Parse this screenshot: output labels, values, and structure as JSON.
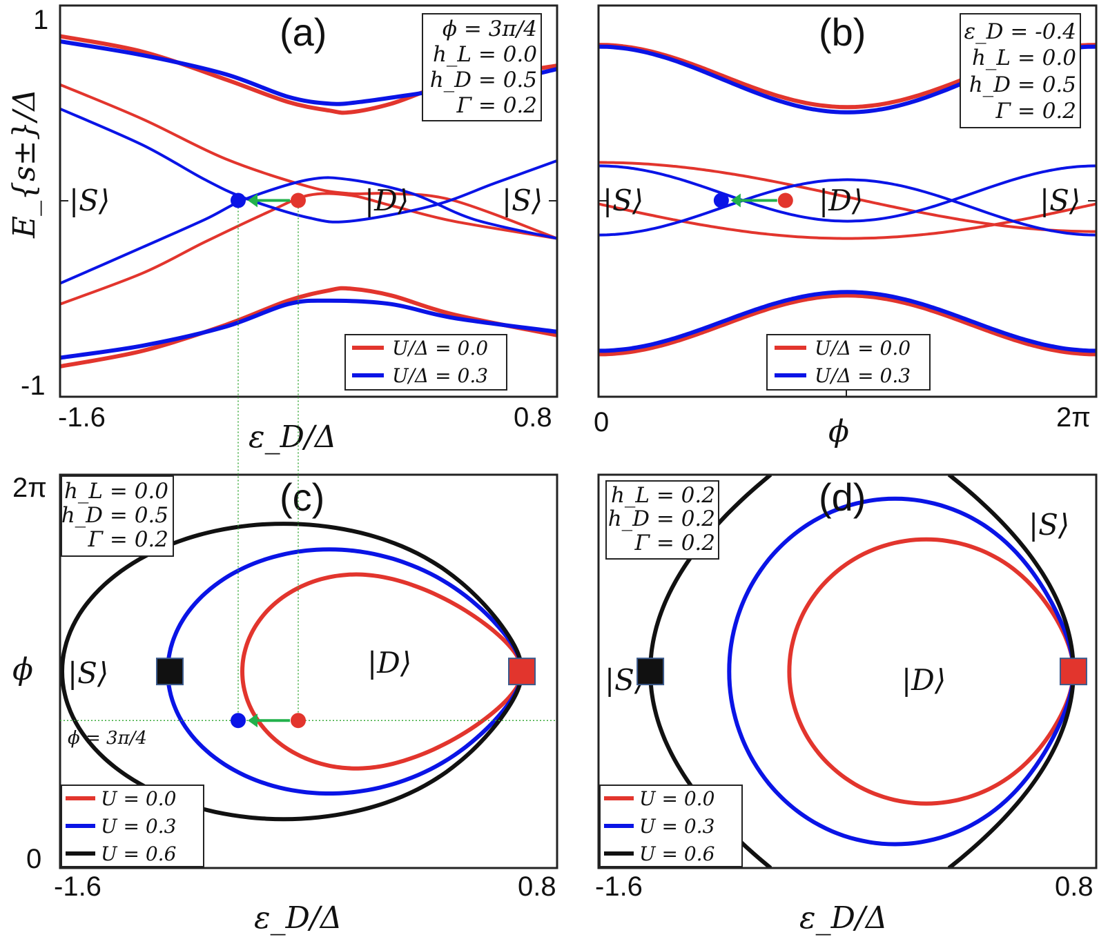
{
  "colors": {
    "red": "#e2352d",
    "blue": "#0a14e6",
    "black": "#111111",
    "green": "#22b14c",
    "guide": "#3aaa3a"
  },
  "chart_data": [
    {
      "id": "a",
      "type": "line",
      "title": "(a)",
      "xlabel": "ε_D/Δ",
      "ylabel": "E_{s±}/Δ",
      "xlim": [
        -1.6,
        0.8
      ],
      "ylim": [
        -1,
        1
      ],
      "xtick_labels": [
        "-1.6",
        "0.8"
      ],
      "ytick_labels": [
        "1",
        "-1"
      ],
      "params": [
        "ϕ = 3π/4",
        "h_L = 0.0",
        "h_D = 0.5",
        "Γ = 0.2"
      ],
      "state_labels": [
        "|S⟩",
        "|D⟩",
        "|S⟩"
      ],
      "legend": [
        "U/Δ = 0.0",
        "U/Δ = 0.3"
      ],
      "series": [
        {
          "name": "U/Δ = 0.0",
          "color": "red",
          "curves": [
            {
              "width": 6,
              "points": [
                [
                  -1.6,
                  0.95
                ],
                [
                  -1.2,
                  0.86
                ],
                [
                  -0.8,
                  0.7
                ],
                [
                  -0.5,
                  0.57
                ],
                [
                  -0.3,
                  0.52
                ],
                [
                  -0.2,
                  0.51
                ],
                [
                  0.0,
                  0.56
                ],
                [
                  0.3,
                  0.68
                ],
                [
                  0.8,
                  0.78
                ]
              ]
            },
            {
              "width": 4,
              "points": [
                [
                  -1.6,
                  0.67
                ],
                [
                  -1.2,
                  0.47
                ],
                [
                  -0.8,
                  0.24
                ],
                [
                  -0.4,
                  0.08
                ],
                [
                  -0.2,
                  0.04
                ],
                [
                  0.0,
                  0.04
                ],
                [
                  0.3,
                  0.0
                ],
                [
                  0.8,
                  -0.22
                ]
              ]
            },
            {
              "width": 4,
              "points": [
                [
                  -1.6,
                  -0.6
                ],
                [
                  -1.2,
                  -0.42
                ],
                [
                  -0.9,
                  -0.24
                ],
                [
                  -0.6,
                  -0.07
                ],
                [
                  -0.4,
                  0.03
                ],
                [
                  -0.2,
                  0.03
                ],
                [
                  0.0,
                  -0.03
                ],
                [
                  0.3,
                  -0.12
                ],
                [
                  0.8,
                  -0.22
                ]
              ]
            },
            {
              "width": 6,
              "points": [
                [
                  -1.6,
                  -0.96
                ],
                [
                  -1.2,
                  -0.87
                ],
                [
                  -0.8,
                  -0.72
                ],
                [
                  -0.5,
                  -0.58
                ],
                [
                  -0.3,
                  -0.52
                ],
                [
                  -0.2,
                  -0.51
                ],
                [
                  0.0,
                  -0.55
                ],
                [
                  0.3,
                  -0.66
                ],
                [
                  0.8,
                  -0.78
                ]
              ]
            }
          ]
        },
        {
          "name": "U/Δ = 0.3",
          "color": "blue",
          "curves": [
            {
              "width": 6,
              "points": [
                [
                  -1.6,
                  0.92
                ],
                [
                  -1.2,
                  0.84
                ],
                [
                  -0.8,
                  0.73
                ],
                [
                  -0.5,
                  0.6
                ],
                [
                  -0.3,
                  0.56
                ],
                [
                  -0.15,
                  0.57
                ],
                [
                  0.2,
                  0.63
                ],
                [
                  0.5,
                  0.68
                ],
                [
                  0.8,
                  0.76
                ]
              ]
            },
            {
              "width": 4,
              "points": [
                [
                  -1.6,
                  0.53
                ],
                [
                  -1.2,
                  0.32
                ],
                [
                  -0.9,
                  0.12
                ],
                [
                  -0.7,
                  0.01
                ],
                [
                  -0.4,
                  -0.1
                ],
                [
                  -0.2,
                  -0.12
                ],
                [
                  0.2,
                  -0.03
                ],
                [
                  0.5,
                  0.1
                ],
                [
                  0.8,
                  0.23
                ]
              ]
            },
            {
              "width": 4,
              "points": [
                [
                  -1.6,
                  -0.48
                ],
                [
                  -1.2,
                  -0.27
                ],
                [
                  -0.9,
                  -0.11
                ],
                [
                  -0.7,
                  0.01
                ],
                [
                  -0.4,
                  0.12
                ],
                [
                  -0.2,
                  0.12
                ],
                [
                  0.1,
                  0.04
                ],
                [
                  0.4,
                  -0.11
                ],
                [
                  0.8,
                  -0.22
                ]
              ]
            },
            {
              "width": 6,
              "points": [
                [
                  -1.6,
                  -0.91
                ],
                [
                  -1.2,
                  -0.84
                ],
                [
                  -0.8,
                  -0.73
                ],
                [
                  -0.5,
                  -0.6
                ],
                [
                  -0.3,
                  -0.58
                ],
                [
                  0.0,
                  -0.6
                ],
                [
                  0.3,
                  -0.68
                ],
                [
                  0.8,
                  -0.76
                ]
              ]
            }
          ]
        }
      ],
      "markers": [
        {
          "x": -0.45,
          "y": 0.0,
          "color": "red"
        },
        {
          "x": -0.74,
          "y": 0.0,
          "color": "blue"
        }
      ],
      "arrow": {
        "from": [
          -0.45,
          0.0
        ],
        "to": [
          -0.74,
          0.0
        ],
        "color": "green"
      }
    },
    {
      "id": "b",
      "type": "line",
      "title": "(b)",
      "xlabel": "ϕ",
      "xlim": [
        0,
        6.2832
      ],
      "ylim": [
        -1,
        1
      ],
      "xtick_labels": [
        "0",
        "2π"
      ],
      "params": [
        "ε_D = -0.4",
        "h_L = 0.0",
        "h_D = 0.5",
        "Γ = 0.2"
      ],
      "state_labels": [
        "|S⟩",
        "|D⟩",
        "|S⟩"
      ],
      "legend": [
        "U/Δ = 0.0",
        "U/Δ = 0.3"
      ],
      "series": [
        {
          "name": "U/Δ = 0.0",
          "color": "red",
          "curves": [
            {
              "width": 6,
              "fn": "cos",
              "base": 0.72,
              "amp": 0.18
            },
            {
              "width": 4,
              "fn": "sinshift",
              "base": 0.02,
              "amp": 0.2,
              "phase": 0.0
            },
            {
              "width": 4,
              "fn": "sinshift",
              "base": -0.02,
              "amp": 0.2,
              "phase": 3.1416
            },
            {
              "width": 6,
              "fn": "cos",
              "base": -0.72,
              "amp": -0.17
            }
          ]
        },
        {
          "name": "U/Δ = 0.3",
          "color": "blue",
          "curves": [
            {
              "width": 6,
              "fn": "cos",
              "base": 0.7,
              "amp": 0.19
            },
            {
              "width": 4,
              "fn": "cos",
              "base": 0.04,
              "amp": 0.16
            },
            {
              "width": 4,
              "fn": "cos",
              "base": -0.04,
              "amp": -0.16
            },
            {
              "width": 6,
              "fn": "cos",
              "base": -0.7,
              "amp": -0.17
            }
          ]
        }
      ],
      "markers": [
        {
          "x": 2.36,
          "y": 0.0,
          "color": "red"
        },
        {
          "x": 1.55,
          "y": 0.0,
          "color": "blue"
        }
      ],
      "arrow": {
        "from": [
          2.36,
          0.0
        ],
        "to": [
          1.55,
          0.0
        ],
        "color": "green"
      }
    },
    {
      "id": "c",
      "type": "line",
      "title": "(c)",
      "xlabel": "ε_D/Δ",
      "ylabel": "ϕ",
      "xlim": [
        -1.6,
        0.8
      ],
      "ylim": [
        0,
        6.2832
      ],
      "xtick_labels": [
        "-1.6",
        "0.8"
      ],
      "ytick_labels": [
        "2π",
        "0"
      ],
      "params": [
        "h_L = 0.0",
        "h_D = 0.5",
        "Γ = 0.2"
      ],
      "state_labels": [
        "|S⟩",
        "|D⟩"
      ],
      "annotation": "ϕ = 3π/4",
      "legend": [
        "U = 0.0",
        "U = 0.3",
        "U = 0.6"
      ],
      "series": [
        {
          "name": "U = 0.0",
          "color": "red",
          "contour": {
            "cx": -0.17,
            "cy": 3.14,
            "rx": 0.55,
            "ry": 1.55,
            "tip": 0.63,
            "tipw": 0.18
          }
        },
        {
          "name": "U = 0.3",
          "color": "blue",
          "contour": {
            "cx": -0.3,
            "cy": 3.14,
            "rx": 0.78,
            "ry": 1.95,
            "tip": 0.63,
            "tipw": 0.25
          }
        },
        {
          "name": "U = 0.6",
          "color": "black",
          "contour": {
            "cx": -0.52,
            "cy": 3.14,
            "rx": 1.07,
            "ry": 2.36,
            "tip": 0.63,
            "tipw": 0.3
          }
        }
      ],
      "squares": [
        {
          "x": -1.07,
          "y": 3.14,
          "color": "black"
        },
        {
          "x": 0.63,
          "y": 3.14,
          "color": "red"
        }
      ],
      "markers": [
        {
          "x": -0.45,
          "y": 2.356,
          "color": "red"
        },
        {
          "x": -0.74,
          "y": 2.356,
          "color": "blue"
        }
      ],
      "arrow": {
        "from": [
          -0.45,
          2.356
        ],
        "to": [
          -0.74,
          2.356
        ],
        "color": "green"
      }
    },
    {
      "id": "d",
      "type": "line",
      "title": "(d)",
      "xlabel": "ε_D/Δ",
      "xlim": [
        -1.6,
        0.8
      ],
      "ylim": [
        0,
        6.2832
      ],
      "xtick_labels": [
        "-1.6",
        "0.8"
      ],
      "params": [
        "h_L = 0.2",
        "h_D = 0.2",
        "Γ = 0.2"
      ],
      "state_labels": [
        "|S⟩",
        "|D⟩",
        "|S⟩"
      ],
      "legend": [
        "U = 0.0",
        "U = 0.3",
        "U = 0.6"
      ],
      "series": [
        {
          "name": "U = 0.0",
          "color": "red",
          "contour": {
            "cx": -0.02,
            "cy": 3.14,
            "rx": 0.66,
            "ry": 2.11,
            "tip": 0.69,
            "tipw": 0.2
          }
        },
        {
          "name": "U = 0.3",
          "color": "blue",
          "contour": {
            "cx": -0.17,
            "cy": 3.14,
            "rx": 0.8,
            "ry": 2.76,
            "tip": 0.69,
            "tipw": 0.25
          }
        },
        {
          "name": "U = 0.6",
          "color": "black",
          "open": true
        }
      ],
      "squares": [
        {
          "x": -1.35,
          "y": 3.14,
          "color": "black"
        },
        {
          "x": 0.69,
          "y": 3.14,
          "color": "red"
        }
      ]
    }
  ]
}
